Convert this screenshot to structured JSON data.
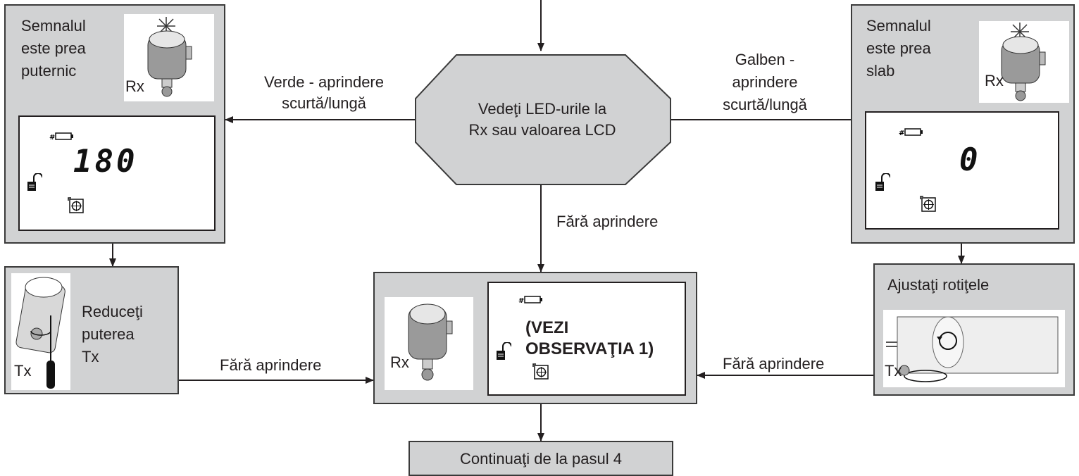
{
  "center_node": {
    "label_line1": "Vedeţi LED-urile la",
    "label_line2": "Rx sau valoarea LCD"
  },
  "left_branch": {
    "edge_label_line1": "Verde - aprindere",
    "edge_label_line2": "scurtă/lungă",
    "box_text_line1": "Semnalul",
    "box_text_line2": "este prea",
    "box_text_line3": "puternic",
    "rx_label": "Rx",
    "lcd_value": "180"
  },
  "right_branch": {
    "edge_label_line1": "Galben -",
    "edge_label_line2": "aprindere",
    "edge_label_line3": "scurtă/lungă",
    "box_text_line1": "Semnalul",
    "box_text_line2": "este prea",
    "box_text_line3": "slab",
    "rx_label": "Rx",
    "lcd_value": "0"
  },
  "down_edge_label": "Fără aprindere",
  "reduce_box": {
    "line1": "Reduceţi",
    "line2": "puterea",
    "line3": "Tx",
    "tx_label": "Tx"
  },
  "reduce_edge_label": "Fără aprindere",
  "adjust_box": {
    "title": "Ajustaţi rotiţele",
    "tx_label": "Tx"
  },
  "adjust_edge_label": "Fără aprindere",
  "result_box": {
    "rx_label": "Rx",
    "lcd_line1": "(VEZI",
    "lcd_line2": "OBSERVAŢIA 1)"
  },
  "continue_box": {
    "label": "Continuaţi de la  pasul 4"
  },
  "icons": [
    "battery-icon",
    "lock-icon",
    "target-icon",
    "rx-sensor-photo",
    "tx-sensor-photo",
    "screwdriver-icon",
    "rotation-arrow-icon"
  ],
  "colors": {
    "box_fill": "#d1d2d3",
    "border": "#3a3a3a",
    "text": "#231f20"
  }
}
